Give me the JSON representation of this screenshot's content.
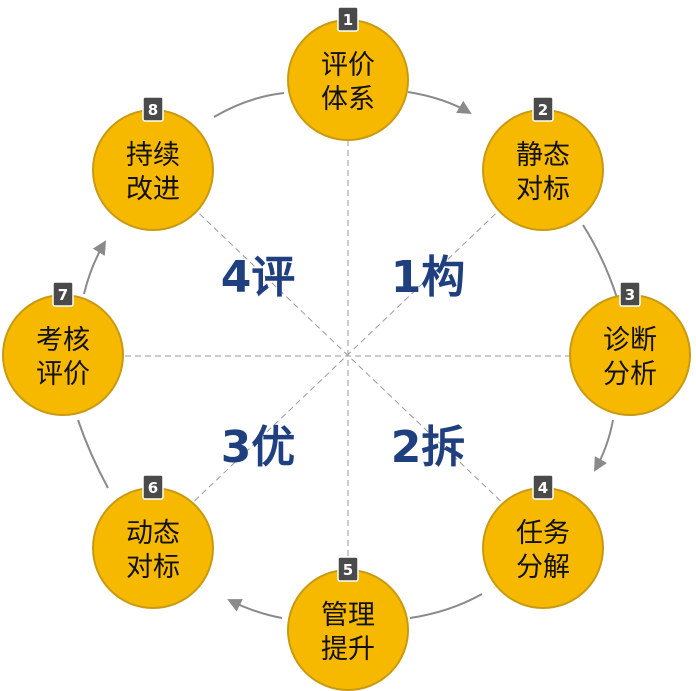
{
  "colors": {
    "node_fill": "#f7b900",
    "node_stroke": "#c99a10",
    "badge_fill": "#4a4a4a",
    "quadrant_text": "#1f3f7f",
    "connector": "#8a8a8a",
    "axis": "#9a9a9a"
  },
  "steps": [
    {
      "number": "1",
      "line1": "评价",
      "line2": "体系"
    },
    {
      "number": "2",
      "line1": "静态",
      "line2": "对标"
    },
    {
      "number": "3",
      "line1": "诊断",
      "line2": "分析"
    },
    {
      "number": "4",
      "line1": "任务",
      "line2": "分解"
    },
    {
      "number": "5",
      "line1": "管理",
      "line2": "提升"
    },
    {
      "number": "6",
      "line1": "动态",
      "line2": "对标"
    },
    {
      "number": "7",
      "line1": "考核",
      "line2": "评价"
    },
    {
      "number": "8",
      "line1": "持续",
      "line2": "改进"
    }
  ],
  "quadrants": [
    {
      "label": "1构"
    },
    {
      "label": "2拆"
    },
    {
      "label": "3优"
    },
    {
      "label": "4评"
    }
  ]
}
